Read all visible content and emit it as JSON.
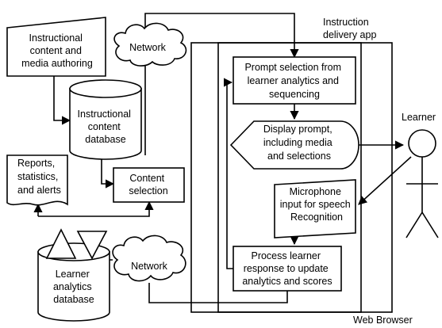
{
  "nodes": {
    "authoring": [
      "Instructional",
      "content and",
      "media authoring"
    ],
    "content_db": [
      "Instructional",
      "content",
      "database"
    ],
    "network_top": "Network",
    "content_selection": [
      "Content",
      "selection"
    ],
    "reports": [
      "Reports,",
      "statistics,",
      "and alerts"
    ],
    "learner_db": [
      "Learner",
      "analytics",
      "database"
    ],
    "network_bottom": "Network",
    "app_label": [
      "Instruction",
      "delivery app"
    ],
    "browser_label": "Web Browser",
    "prompt_selection": [
      "Prompt selection from",
      "learner analytics and",
      "sequencing"
    ],
    "display_prompt": [
      "Display prompt,",
      "including  media",
      "and selections"
    ],
    "microphone": [
      "Microphone",
      "input for speech",
      "Recognition"
    ],
    "process_response": [
      "Process learner",
      "response to update",
      "analytics and scores"
    ],
    "learner": "Learner"
  }
}
